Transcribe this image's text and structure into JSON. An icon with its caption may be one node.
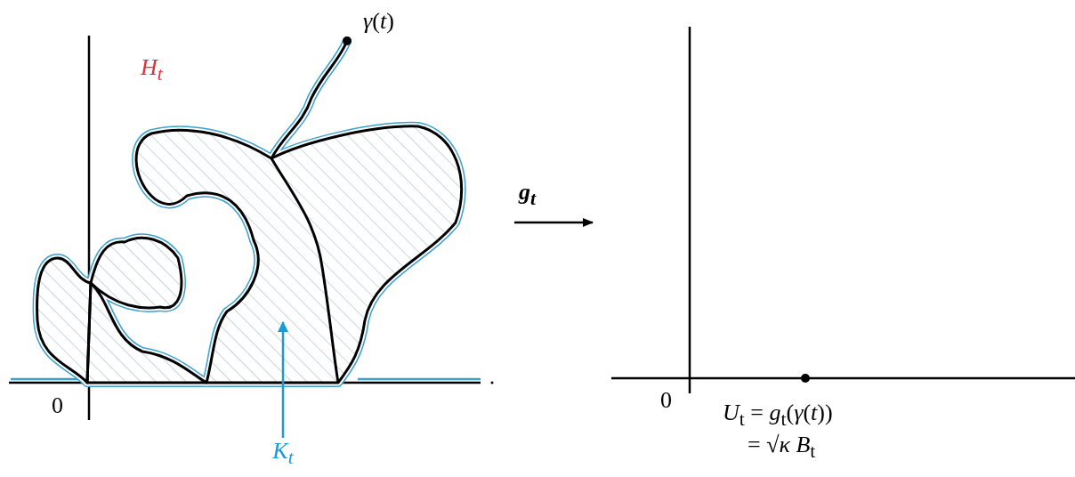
{
  "diagram": {
    "nodes": [
      {
        "text": [],
        "shape": "picture"
      },
      {
        "text": [],
        "shape": "axes"
      },
      {
        "text": [
          "K$_{t}$"
        ]
      },
      {
        "text": [],
        "shape": "picture",
        "in": 0
      }
    ],
    "edges": [
      {
        "from": 0,
        "to": 1,
        "arrow": "to",
        "label": "g$_{t}$"
      },
      {
        "from": 2,
        "to": 3,
        "arrow": "to",
        "color": "#1a9ad6"
      }
    ],
    "labels": [
      "*γ*(*t*)",
      "H$_{t}$",
      "0",
      "0",
      "*U*$_{t}$ = *g*$_{t}$(*γ*(*t*))",
      "= √*κ* *B*$_{t}$"
    ]
  }
}
